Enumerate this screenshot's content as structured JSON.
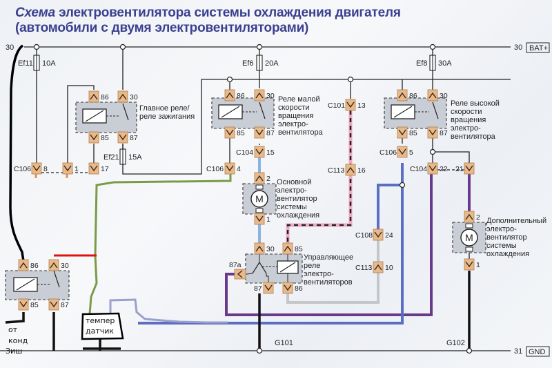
{
  "title": {
    "line1_em": "Схема",
    "line1_rest": " электровентилятора системы охлаждения двигателя",
    "line2": "(автомобили с двумя электровентиляторами)"
  },
  "rails": {
    "top_left_num": "30",
    "top_right_num": "30",
    "top_badge": "BAT+",
    "bottom_num": "31",
    "bottom_badge": "GND"
  },
  "fuses": [
    {
      "id": "Ef11",
      "rating": "10A"
    },
    {
      "id": "Ef6",
      "rating": "20A"
    },
    {
      "id": "Ef8",
      "rating": "30A"
    },
    {
      "id": "Ef21",
      "rating": "15A"
    }
  ],
  "relays": {
    "main": {
      "label": [
        "Главное реле/",
        "реле зажигания"
      ],
      "pins": [
        "86",
        "30",
        "85",
        "87"
      ]
    },
    "low": {
      "label": [
        "Реле малой",
        "скорости",
        "вращения",
        "электро-",
        "вентилятора"
      ],
      "pins": [
        "86",
        "30",
        "85",
        "87"
      ]
    },
    "high": {
      "label": [
        "Реле высокой",
        "скорости",
        "вращения",
        "электро-",
        "вентилятора"
      ],
      "pins": [
        "86",
        "30",
        "85",
        "87"
      ]
    },
    "control": {
      "label": [
        "Управляющее",
        "реле",
        "электро-",
        "вентиляторов"
      ],
      "pins": [
        "30",
        "85",
        "87a",
        "87",
        "86"
      ]
    },
    "added": {
      "pins": [
        "86",
        "30",
        "85",
        "87"
      ]
    }
  },
  "motors": {
    "main": {
      "label": [
        "Основной",
        "электро-",
        "вентилятор",
        "системы",
        "охлаждения"
      ],
      "symbol": "M",
      "pins": [
        "2",
        "1"
      ]
    },
    "aux": {
      "label": [
        "Дополнительный",
        "электро-",
        "вентилятор",
        "системы",
        "охлаждения"
      ],
      "symbol": "M",
      "pins": [
        "2",
        "1"
      ]
    }
  },
  "connectors": [
    {
      "name": "C106",
      "pin": "8"
    },
    {
      "name": "",
      "pin": "1"
    },
    {
      "name": "",
      "pin": "17"
    },
    {
      "name": "C106",
      "pin": "4"
    },
    {
      "name": "C104",
      "pin": "15"
    },
    {
      "name": "C101",
      "pin": "13"
    },
    {
      "name": "C113",
      "pin": "16"
    },
    {
      "name": "C106",
      "pin": "5"
    },
    {
      "name": "C104",
      "pin": "22"
    },
    {
      "name": "",
      "pin": "21"
    },
    {
      "name": "C108",
      "pin": "24"
    },
    {
      "name": "C113",
      "pin": "10"
    }
  ],
  "grounds": [
    "G101",
    "G102"
  ],
  "handwritten": {
    "sensor_line1": "темпер",
    "sensor_line2": "датчик",
    "from_ac_line1": "от",
    "from_ac_line2": "конд",
    "from_ac_line3": "Зиш"
  },
  "colors": {
    "title": "#3a3f8f",
    "connector": "#e8b98a",
    "relay_box": "#c9ced6",
    "wire_blue": "#5a6fc4",
    "wire_lightblue": "#8ab4e0",
    "wire_pink": "#f0a8c0",
    "wire_purple": "#6a3a8a",
    "wire_grey": "#c4c6ca",
    "wire_green": "#7a9a48",
    "wire_red": "#e01010",
    "wire_sensor": "#9aa0cc",
    "orange": "#e89050"
  }
}
